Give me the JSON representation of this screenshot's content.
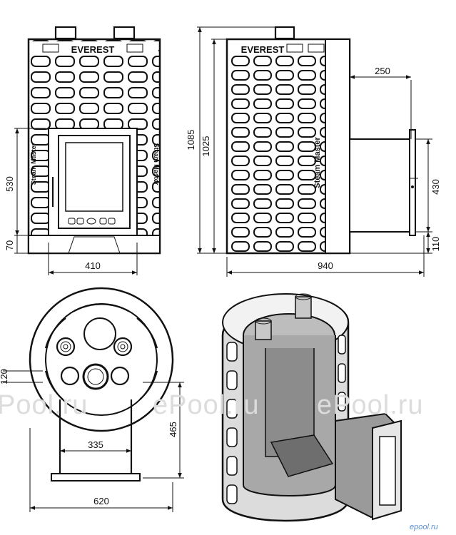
{
  "brand": {
    "front": "EVEREST",
    "side": "EVEREST",
    "vertical": "Steam Master",
    "vertical_right": "Steam Master"
  },
  "dimensions": {
    "front_height_door": "530",
    "front_height_base": "70",
    "front_width": "410",
    "side_total_height": "1085",
    "side_body_height": "1025",
    "side_tunnel_depth": "250",
    "side_tunnel_height": "430",
    "side_tunnel_bottom": "110",
    "side_total_depth": "940",
    "top_inner_width": "335",
    "top_depth": "465",
    "top_offset": "120",
    "top_total_width": "620"
  },
  "watermark": {
    "text": "ePool.ru",
    "left": "Pool.ru",
    "right": "ePool.ru"
  },
  "logo": "epool.ru"
}
